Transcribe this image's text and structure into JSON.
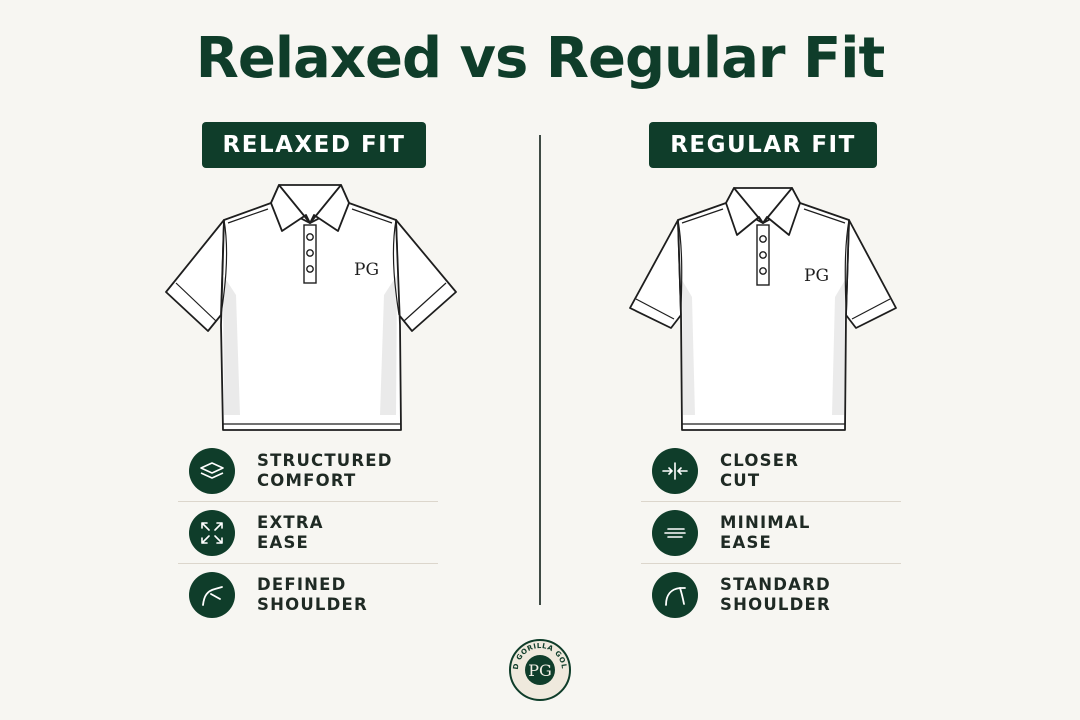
{
  "title": "Relaxed vs Regular Fit",
  "colors": {
    "brand_green": "#0f3d2a",
    "background": "#f7f6f2"
  },
  "left": {
    "badge": "RELAXED FIT",
    "chest_monogram": "PG",
    "features": [
      {
        "icon": "layers-icon",
        "line1": "STRUCTURED",
        "line2": "COMFORT"
      },
      {
        "icon": "expand-arrows-icon",
        "line1": "EXTRA",
        "line2": "EASE"
      },
      {
        "icon": "shoulder-curve-icon",
        "line1": "DEFINED",
        "line2": "SHOULDER"
      }
    ]
  },
  "right": {
    "badge": "REGULAR FIT",
    "chest_monogram": "PG",
    "features": [
      {
        "icon": "compress-arrows-icon",
        "line1": "CLOSER",
        "line2": "CUT"
      },
      {
        "icon": "minimal-lines-icon",
        "line1": "MINIMAL",
        "line2": "EASE"
      },
      {
        "icon": "shoulder-curve-icon",
        "line1": "STANDARD",
        "line2": "SHOULDER"
      }
    ]
  },
  "logo": {
    "ring_text": "PLAID GORILLA GOLF CO",
    "monogram": "PG"
  }
}
